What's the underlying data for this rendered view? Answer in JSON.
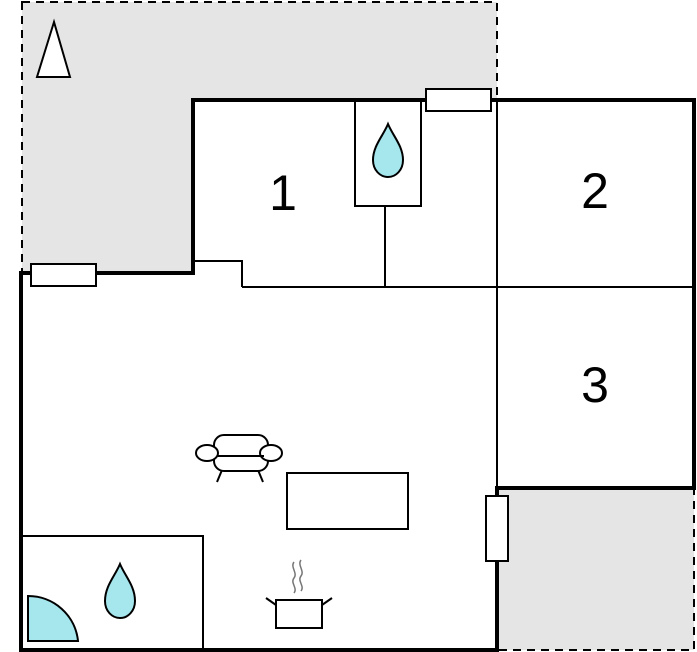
{
  "rooms": [
    {
      "id": "1",
      "label": "1"
    },
    {
      "id": "2",
      "label": "2"
    },
    {
      "id": "3",
      "label": "3"
    }
  ],
  "icons": {
    "north": "north-arrow-icon",
    "water": "water-drop-icon",
    "sofa": "sofa-icon",
    "cooking": "cooking-pot-icon",
    "shower": "shower-icon",
    "window": "window-icon",
    "table": "table-icon"
  },
  "colors": {
    "outdoor": "#e5e5e5",
    "water": "#a6e7ee",
    "wall": "#000000",
    "interior": "#ffffff"
  }
}
